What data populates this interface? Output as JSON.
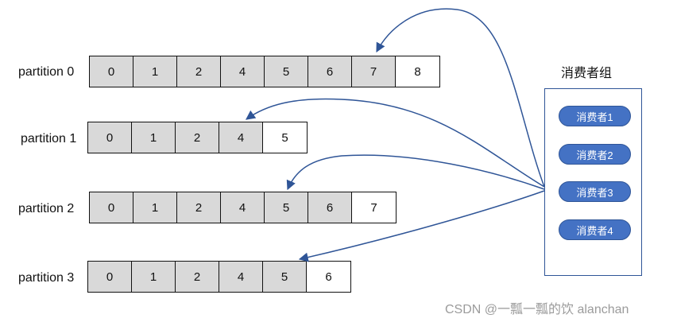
{
  "partitions": [
    {
      "label": "partition 0",
      "offsets": [
        "0",
        "1",
        "2",
        "4",
        "5",
        "6",
        "7",
        "8"
      ],
      "consumed_count": 7
    },
    {
      "label": "partition 1",
      "offsets": [
        "0",
        "1",
        "2",
        "4",
        "5"
      ],
      "consumed_count": 4
    },
    {
      "label": "partition 2",
      "offsets": [
        "0",
        "1",
        "2",
        "4",
        "5",
        "6",
        "7"
      ],
      "consumed_count": 6
    },
    {
      "label": "partition 3",
      "offsets": [
        "0",
        "1",
        "2",
        "4",
        "5",
        "6"
      ],
      "consumed_count": 5
    }
  ],
  "consumer_group": {
    "title": "消费者组",
    "consumers": [
      "消费者1",
      "消费者2",
      "消费者3",
      "消费者4"
    ]
  },
  "watermark": "CSDN @一瓢一瓢的饮 alanchan",
  "colors": {
    "consumed_cell": "#d9d9d9",
    "pending_cell": "#ffffff",
    "consumer_fill": "#4472c4",
    "arrow": "#2f5597"
  }
}
